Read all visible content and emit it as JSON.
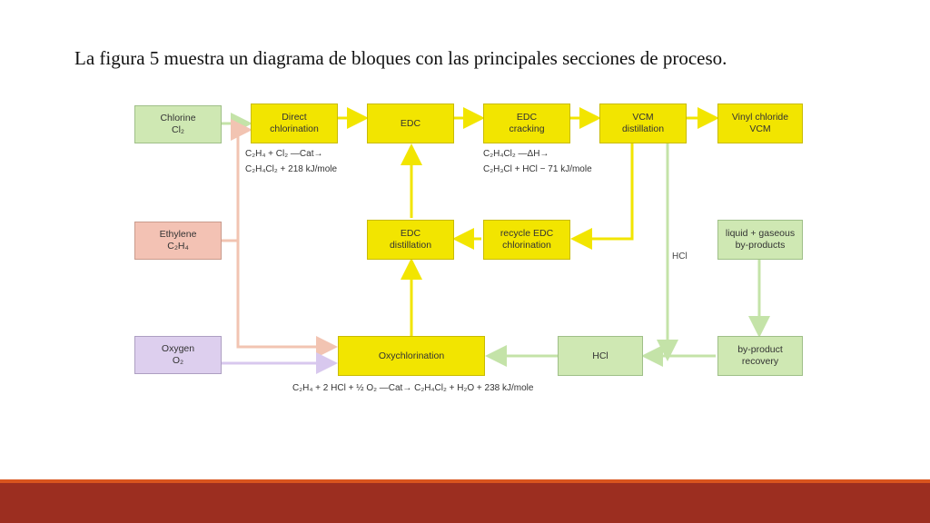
{
  "slide": {
    "heading": "La figura 5 muestra un diagrama de bloques con las principales secciones de proceso."
  },
  "diagram": {
    "boxes": {
      "chlorine": {
        "line1": "Chlorine",
        "line2": "Cl₂"
      },
      "ethylene": {
        "line1": "Ethylene",
        "line2": "C₂H₄"
      },
      "oxygen": {
        "line1": "Oxygen",
        "line2": "O₂"
      },
      "direct_chlorination": {
        "line1": "Direct",
        "line2": "chlorination"
      },
      "edc": {
        "line1": "EDC"
      },
      "edc_cracking": {
        "line1": "EDC",
        "line2": "cracking"
      },
      "vcm_distillation": {
        "line1": "VCM",
        "line2": "distillation"
      },
      "vinyl_chloride": {
        "line1": "Vinyl chloride",
        "line2": "VCM"
      },
      "edc_distillation": {
        "line1": "EDC",
        "line2": "distillation"
      },
      "recycle_edc": {
        "line1": "recycle EDC",
        "line2": "chlorination"
      },
      "liquid_gaseous": {
        "line1": "liquid + gaseous",
        "line2": "by-products"
      },
      "oxychlorination": {
        "line1": "Oxychlorination"
      },
      "hcl_box": {
        "line1": "HCl"
      },
      "byproduct_recovery": {
        "line1": "by-product",
        "line2": "recovery"
      }
    },
    "equations": {
      "direct_1": "C₂H₄ + Cl₂ ―Cat→",
      "direct_2": "C₂H₄Cl₂ + 218 kJ/mole",
      "cracking_1": "C₂H₄Cl₂ ―ΔH→",
      "cracking_2": "C₂H₃Cl + HCl − 71 kJ/mole",
      "oxy": "C₂H₄ + 2 HCl + ½ O₂ ―Cat→ C₂H₄Cl₂ + H₂O + 238 kJ/mole"
    },
    "labels": {
      "hcl_line": "HCl"
    }
  }
}
